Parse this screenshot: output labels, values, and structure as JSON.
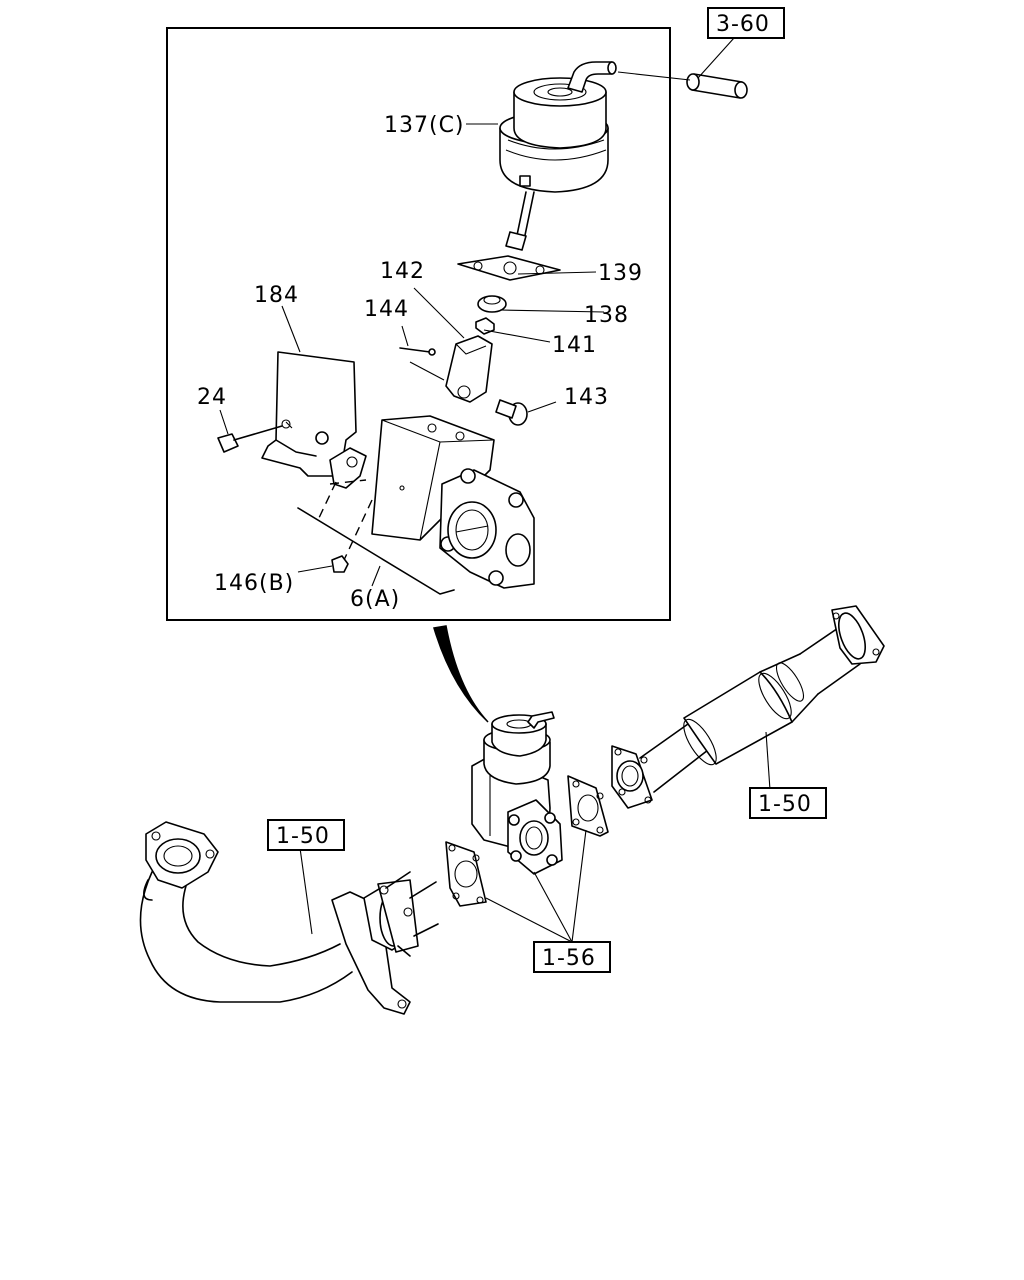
{
  "diagram": {
    "part_labels": {
      "p137c": "137(C)",
      "p139": "139",
      "p138": "138",
      "p141": "141",
      "p142": "142",
      "p144": "144",
      "p143": "143",
      "p184": "184",
      "p24": "24",
      "p146b": "146(B)",
      "p6a": "6(A)"
    },
    "references": {
      "ref_3_60": "3-60",
      "ref_1_50_right": "1-50",
      "ref_1_50_left": "1-50",
      "ref_1_56": "1-56"
    }
  }
}
